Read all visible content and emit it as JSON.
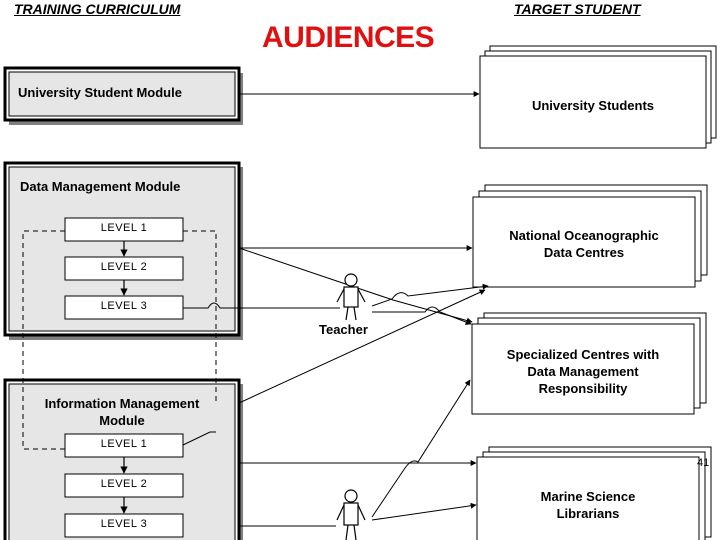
{
  "header": {
    "left": "TRAINING CURRICULUM",
    "right": "TARGET STUDENT",
    "title": "AUDIENCES"
  },
  "modules": {
    "university": "University Student Module",
    "data_mgmt": "Data Management Module",
    "info_mgmt_line1": "Information Management",
    "info_mgmt_line2": "Module"
  },
  "levels": {
    "l1": "LEVEL 1",
    "l2": "LEVEL 2",
    "l3": "LEVEL 3"
  },
  "targets": {
    "university_students": "University Students",
    "nodc_line1": "National Oceanographic",
    "nodc_line2": "Data Centres",
    "specialized_line1": "Specialized Centres with",
    "specialized_line2": "Data Management",
    "specialized_line3": "Responsibility",
    "librarians_line1": "Marine Science",
    "librarians_line2": "Librarians"
  },
  "actors": {
    "teacher": "Teacher"
  },
  "page_number": "41"
}
